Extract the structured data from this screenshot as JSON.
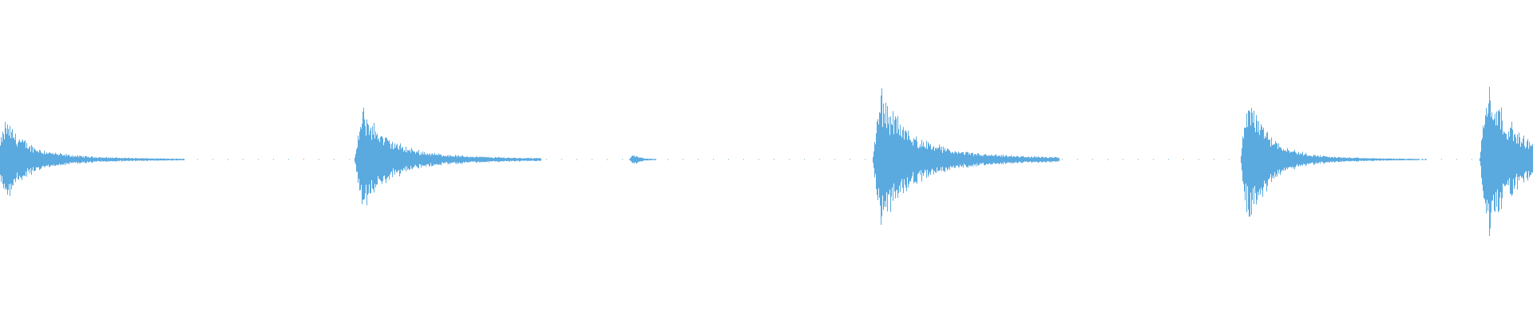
{
  "waveform": {
    "color": "#5aaae0",
    "background": "#ffffff",
    "transients": [
      {
        "onset": 0.0,
        "peak": 0.5,
        "decay": 0.05,
        "tail_level": 0.1
      },
      {
        "onset": 0.233,
        "peak": 0.6,
        "decay": 0.06,
        "tail_level": 0.12
      },
      {
        "onset": 0.412,
        "peak": 0.1,
        "decay": 0.01,
        "tail_level": 0.03
      },
      {
        "onset": 0.571,
        "peak": 0.78,
        "decay": 0.07,
        "tail_level": 0.14
      },
      {
        "onset": 0.811,
        "peak": 0.95,
        "decay": 0.05,
        "tail_level": 0.08
      },
      {
        "onset": 0.967,
        "peak": 1.0,
        "decay": 0.06,
        "tail_level": 0.14
      }
    ]
  }
}
